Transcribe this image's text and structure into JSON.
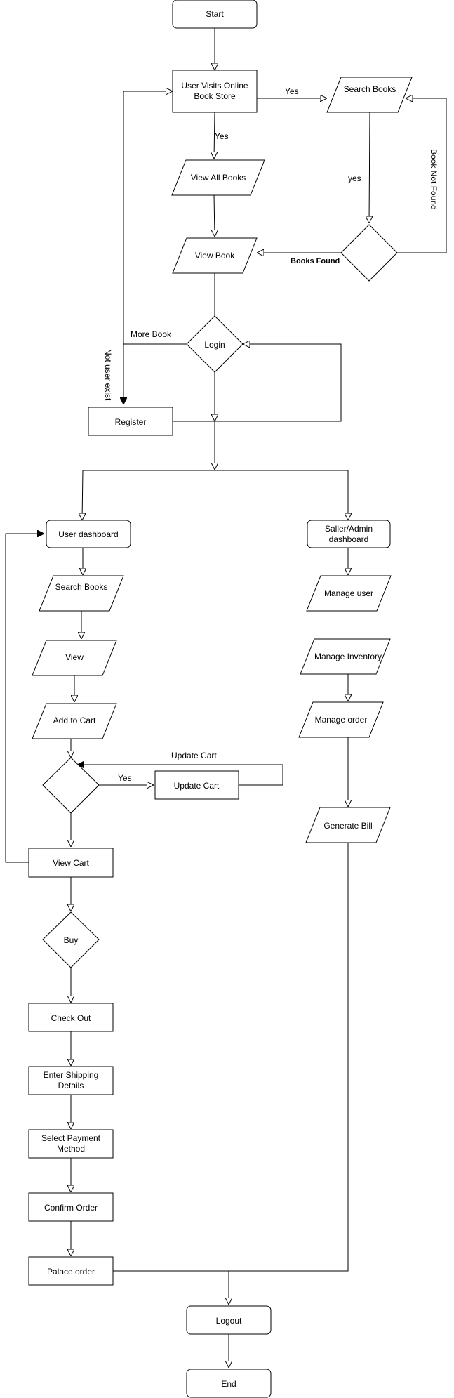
{
  "nodes": {
    "start": "Start",
    "visit_line1": "User Visits Online",
    "visit_line2": "Book Store",
    "search_books_top": "Search Books",
    "view_all_books": "View All Books",
    "view_book": "View  Book",
    "login": "Login",
    "register": "Register",
    "user_dashboard": "User dashboard",
    "admin_dashboard_line1": "Saller/Admin",
    "admin_dashboard_line2": "dashboard",
    "search_books_user": "Search Books",
    "manage_user": "Manage user",
    "view": "View",
    "manage_inventory": "Manage Inventory",
    "add_to_cart": "Add to Cart",
    "manage_order": "Manage order",
    "update_cart": "Update Cart",
    "generate_bill": "Generate Bill",
    "view_cart": "View Cart",
    "buy": "Buy",
    "check_out": "Check Out",
    "shipping_line1": "Enter Shipping",
    "shipping_line2": "Details",
    "payment_line1": "Select Payment",
    "payment_line2": "Method",
    "confirm_order": "Confirm Order",
    "place_order": "Palace order",
    "logout": "Logout",
    "end": "End"
  },
  "edge_labels": {
    "yes_to_search": "Yes",
    "yes_to_view_all": "Yes",
    "yes_search_to_decision": "yes",
    "book_not_found": "Book Not Found",
    "books_found": "Books Found",
    "more_book": "More Book",
    "not_user_exist": "Not user exist",
    "update_cart_loop": "Update Cart",
    "yes_update_cart": "Yes"
  }
}
